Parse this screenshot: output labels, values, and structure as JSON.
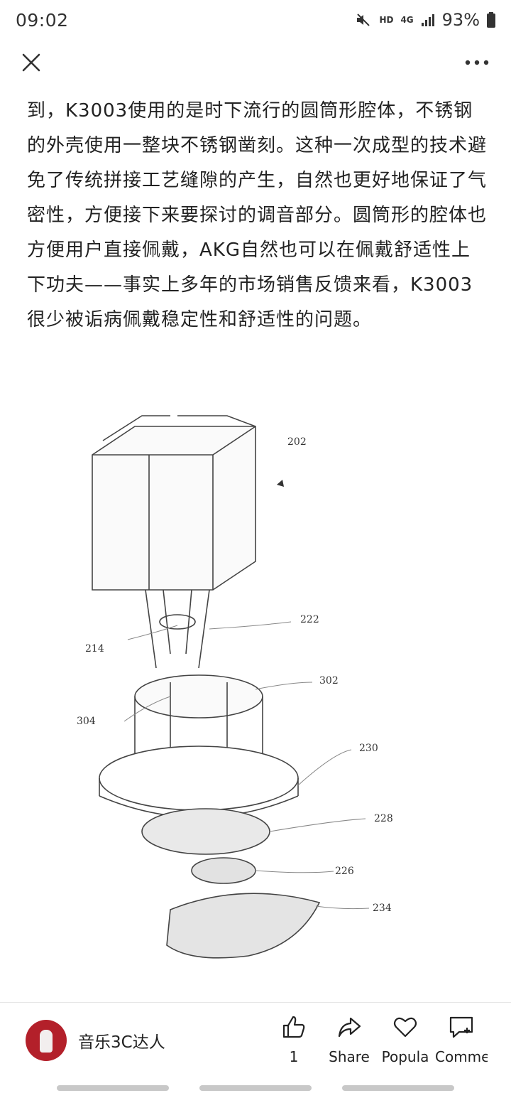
{
  "status_bar": {
    "time": "09:02",
    "network_hd": "HD",
    "network_4g": "4G",
    "battery": "93%"
  },
  "top_bar": {
    "close_icon": "close-icon",
    "more_icon": "more-options-icon"
  },
  "article": {
    "paragraph": "到，K3003使用的是时下流行的圆筒形腔体，不锈钢的外壳使用一整块不锈钢凿刻。这种一次成型的技术避免了传统拼接工艺缝隙的产生，自然也更好地保证了气密性，方便接下来要探讨的调音部分。圆筒形的腔体也方便用户直接佩戴，AKG自然也可以在佩戴舒适性上下功夫——事实上多年的市场销售反馈来看，K3003很少被诟病佩戴稳定性和舒适性的问题。"
  },
  "figure": {
    "labels": [
      "202",
      "222",
      "214",
      "302",
      "304",
      "230",
      "228",
      "226",
      "234"
    ]
  },
  "bottom_bar": {
    "author_name": "音乐3C达人",
    "actions": [
      {
        "icon": "thumbs-up-icon",
        "label": "1"
      },
      {
        "icon": "share-icon",
        "label": "Share"
      },
      {
        "icon": "heart-icon",
        "label": "Popula"
      },
      {
        "icon": "comment-icon",
        "label": "Comme"
      }
    ]
  }
}
